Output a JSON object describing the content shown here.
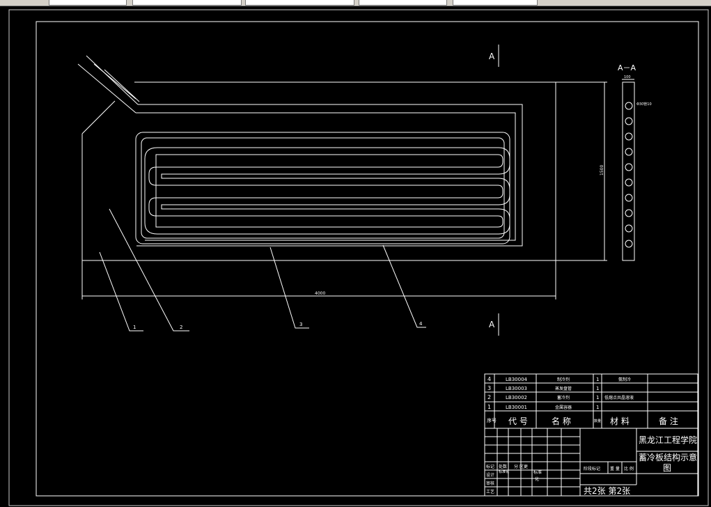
{
  "drawing": {
    "section_marker": "A",
    "section_title": "A－A",
    "dim_length": "4000",
    "dim_height": "1500",
    "dim_small": "100",
    "tube_note": "Φ30管10",
    "leaders": [
      "1",
      "2",
      "3",
      "4"
    ]
  },
  "bom": {
    "rows": [
      {
        "no": "4",
        "code": "LB30004",
        "name": "制冷剂",
        "qty": "1",
        "material": "氨制冷"
      },
      {
        "no": "3",
        "code": "LB30003",
        "name": "蒸发盘管",
        "qty": "1",
        "material": ""
      },
      {
        "no": "2",
        "code": "LB30002",
        "name": "蓄冷剂",
        "qty": "1",
        "material": "低熔点共晶溶液"
      },
      {
        "no": "1",
        "code": "LB30001",
        "name": "金属容器",
        "qty": "1",
        "material": ""
      }
    ],
    "header": {
      "no": "序号",
      "code": "代 号",
      "name": "名 称",
      "qty": "数量",
      "material": "材 料",
      "remark": "备 注"
    }
  },
  "titleblock": {
    "school": "黑龙江工程学院",
    "drawing_title_1": "蓄冷板结构示意",
    "drawing_title_2": "图",
    "sheet_info": "共2张  第2张",
    "label_mark": "标记",
    "label_count": "处数",
    "label_zone": "分 区",
    "label_doc": "更",
    "label_design": "设计",
    "label_std": "标准化",
    "label_std2": "标准",
    "label_std3": "化",
    "label_check": "审核",
    "label_process": "工艺",
    "label_stage": "阶段标记",
    "label_weight": "重 量",
    "label_scale": "比 例"
  }
}
